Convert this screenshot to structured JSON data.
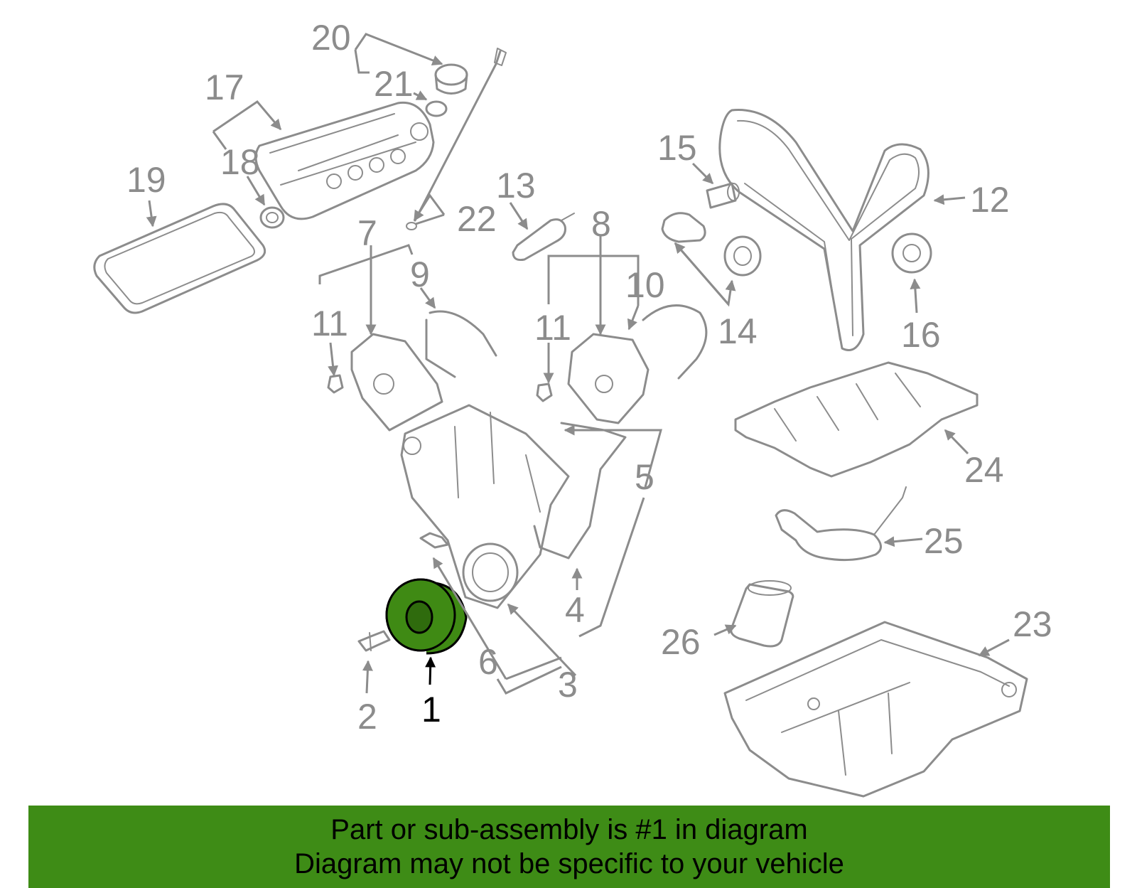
{
  "callouts": {
    "c1": "1",
    "c2": "2",
    "c3": "3",
    "c4": "4",
    "c5": "5",
    "c6": "6",
    "c7": "7",
    "c8": "8",
    "c9": "9",
    "c10": "10",
    "c11a": "11",
    "c11b": "11",
    "c12": "12",
    "c13": "13",
    "c14": "14",
    "c15": "15",
    "c16": "16",
    "c17": "17",
    "c18": "18",
    "c19": "19",
    "c20": "20",
    "c21": "21",
    "c22": "22",
    "c23": "23",
    "c24": "24",
    "c25": "25",
    "c26": "26"
  },
  "banner": {
    "line1": "Part or sub-assembly is #1 in diagram",
    "line2": "Diagram may not be specific to your vehicle"
  },
  "colors": {
    "highlight_part": "#3f8a14",
    "banner_bg": "#3e8c16",
    "line_art": "#8c8c8c"
  },
  "highlighted_part": "1"
}
